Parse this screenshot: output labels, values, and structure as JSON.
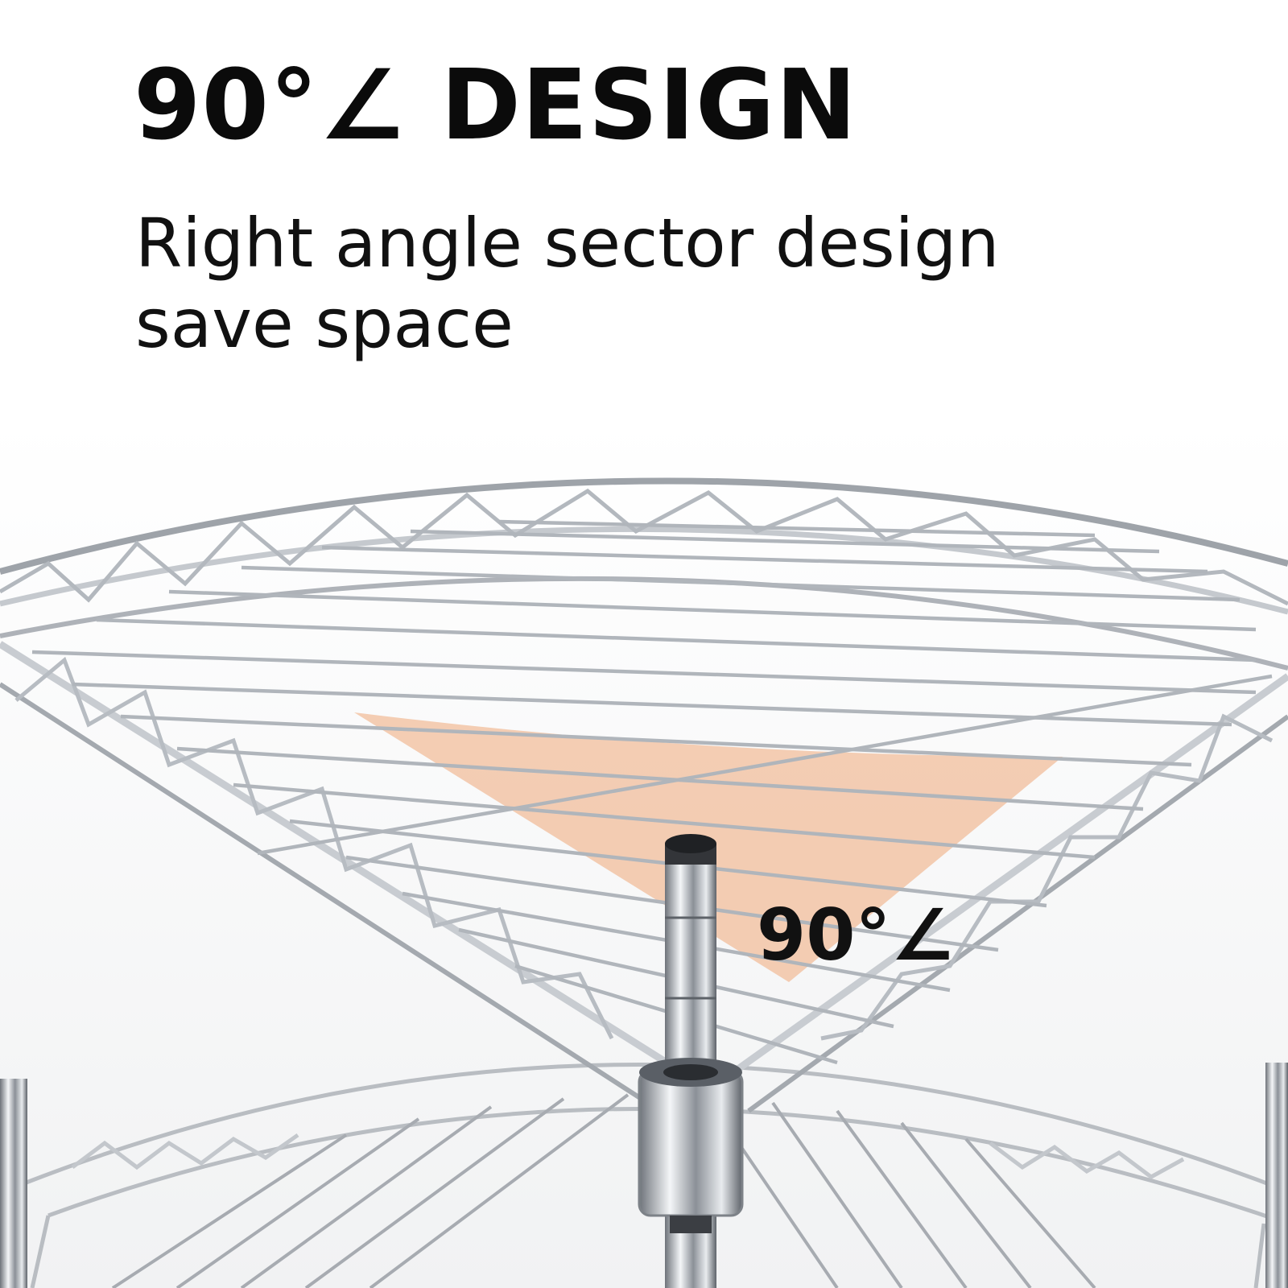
{
  "heading": {
    "title": "90°∠ DESIGN",
    "subtitle_line1": "Right angle sector design",
    "subtitle_line2": "save space"
  },
  "photo": {
    "angle_label": "90°∠",
    "sector_color": "#f2c4a6",
    "metal_color": "#c9ccd1",
    "background_color": "#ffffff"
  }
}
